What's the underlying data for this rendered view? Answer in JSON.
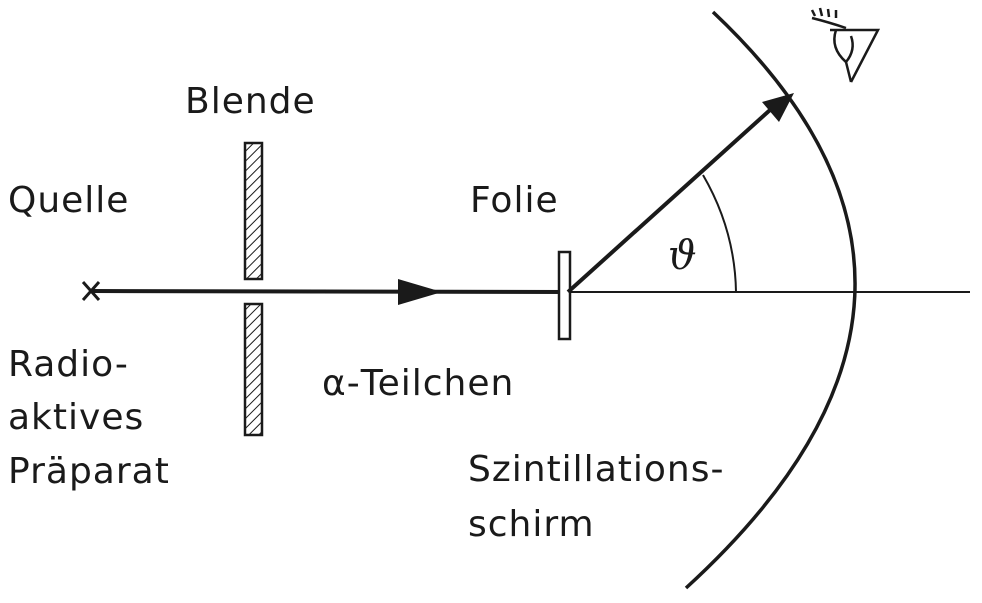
{
  "labels": {
    "blende": "Blende",
    "quelle": "Quelle",
    "folie": "Folie",
    "theta": "ϑ",
    "radio": "Radio-",
    "aktives": "aktives",
    "praeparat": "Präparat",
    "alpha": "α-Teilchen",
    "szint1": "Szintillations-",
    "szint2": "schirm"
  },
  "colors": {
    "ink": "#1a1a1a",
    "background": "#ffffff"
  },
  "icons": [
    "source-cross-icon",
    "aperture-slit-icon",
    "foil-icon",
    "arrow-icon",
    "eye-icon"
  ]
}
